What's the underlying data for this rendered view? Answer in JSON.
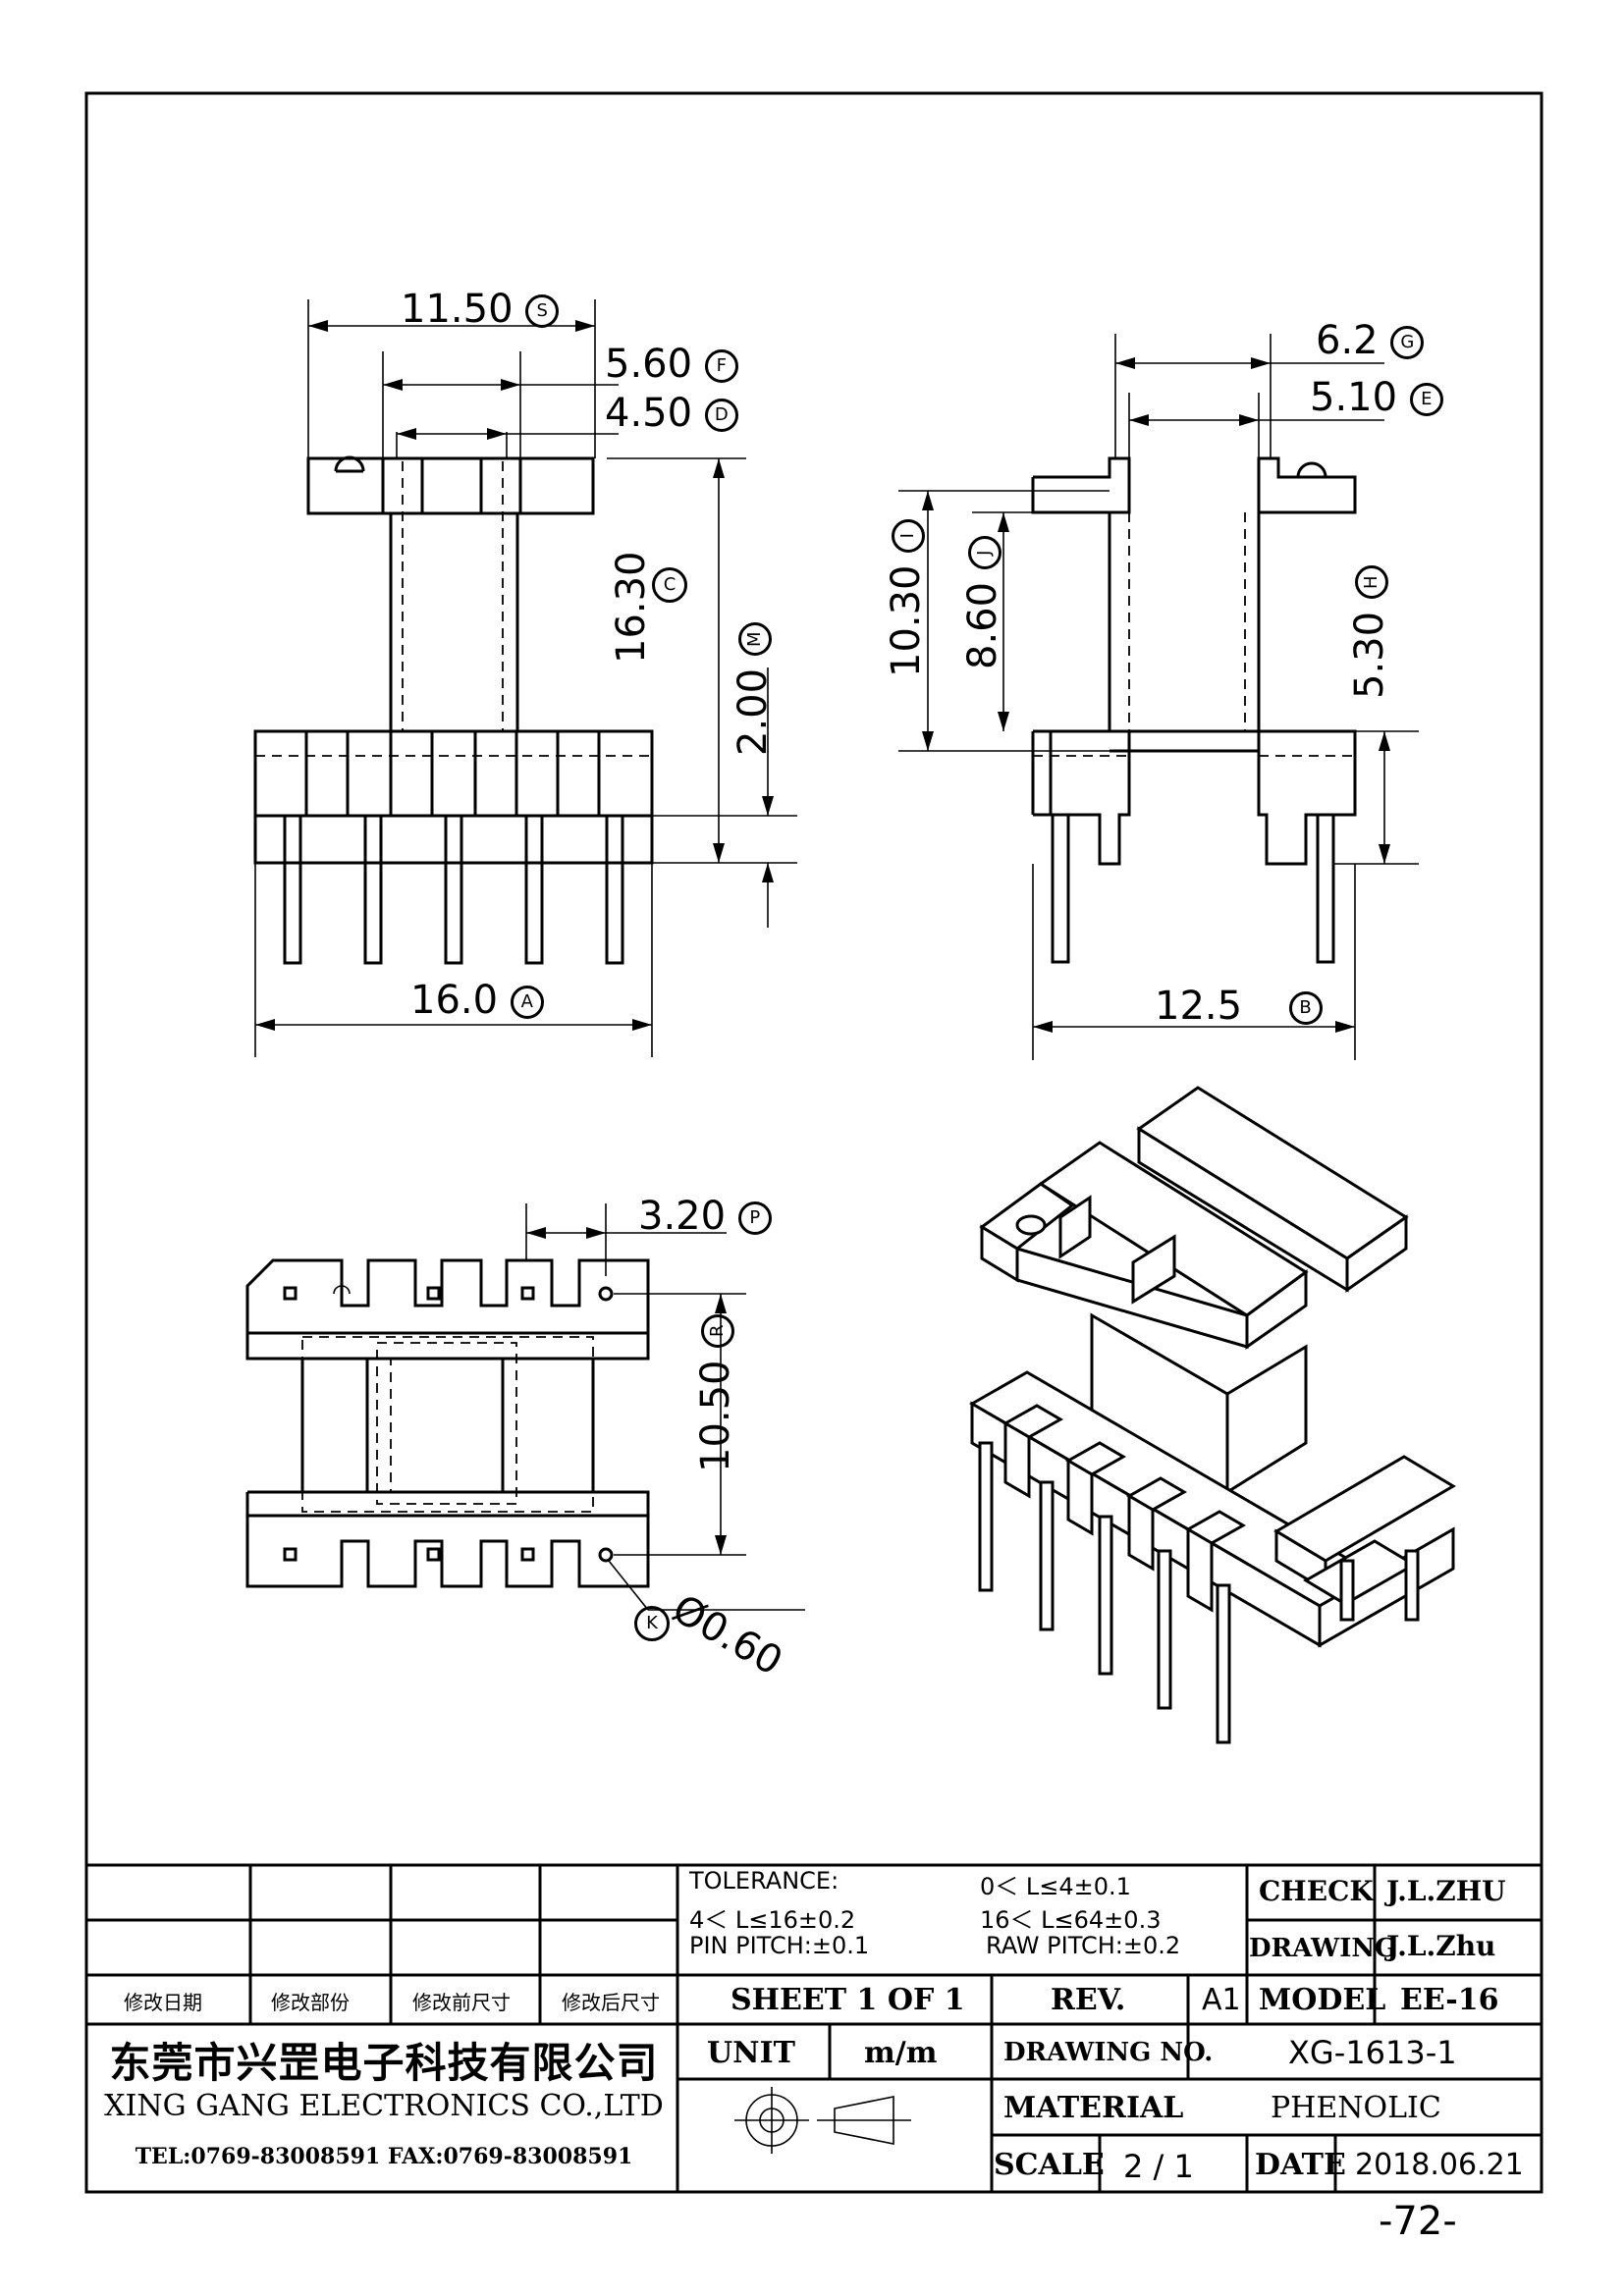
{
  "dimensions": {
    "s": {
      "value": "11.50",
      "tag": "S"
    },
    "f": {
      "value": "5.60",
      "tag": "F"
    },
    "d": {
      "value": "4.50",
      "tag": "D"
    },
    "c": {
      "tag": "C"
    },
    "c_val": {
      "value": "16.30"
    },
    "m": {
      "value": "2.00",
      "tag": "M"
    },
    "a": {
      "value": "16.0",
      "tag": "A"
    },
    "g": {
      "value": "6.2",
      "tag": "G"
    },
    "e": {
      "value": "5.10",
      "tag": "E"
    },
    "i": {
      "value": "10.30",
      "tag": "I"
    },
    "j": {
      "value": "8.60",
      "tag": "J"
    },
    "h": {
      "value": "5.30",
      "tag": "H"
    },
    "b": {
      "value": "12.5",
      "tag": "B"
    },
    "p": {
      "value": "3.20",
      "tag": "P"
    },
    "r": {
      "value": "10.50",
      "tag": "R"
    },
    "k": {
      "value": "Ø0.60",
      "tag": "K"
    }
  },
  "title_block": {
    "tolerance_label": "TOLERANCE:",
    "tol_1": "0＜ L≤4±0.1",
    "tol_2": "4＜ L≤16±0.2",
    "tol_3": "16＜ L≤64±0.3",
    "pin_pitch": "PIN PITCH:±0.1",
    "raw_pitch": "RAW PITCH:±0.2",
    "check_label": "CHECK",
    "check_value": "J.L.ZHU",
    "drawing_label": "DRAWING",
    "drawing_value": "J.L.Zhu",
    "rev_headers": [
      "修改日期",
      "修改部份",
      "修改前尺寸",
      "修改后尺寸"
    ],
    "sheet": "SHEET 1 OF 1",
    "rev_label": "REV.",
    "rev_value": "A1",
    "model_label": "MODEL",
    "model_value": "EE-16",
    "company_cn": "东莞市兴罡电子科技有限公司",
    "company_en": "XING GANG ELECTRONICS CO.,LTD",
    "contact": "TEL:0769-83008591 FAX:0769-83008591",
    "unit_label": "UNIT",
    "unit_value": "m/m",
    "drawing_no_label": "DRAWING NO.",
    "drawing_no_value": "XG-1613-1",
    "material_label": "MATERIAL",
    "material_value": "PHENOLIC",
    "scale_label": "SCALE",
    "scale_value": "2 / 1",
    "date_label": "DATE",
    "date_value": "2018.06.21"
  },
  "page_number": "-72-"
}
